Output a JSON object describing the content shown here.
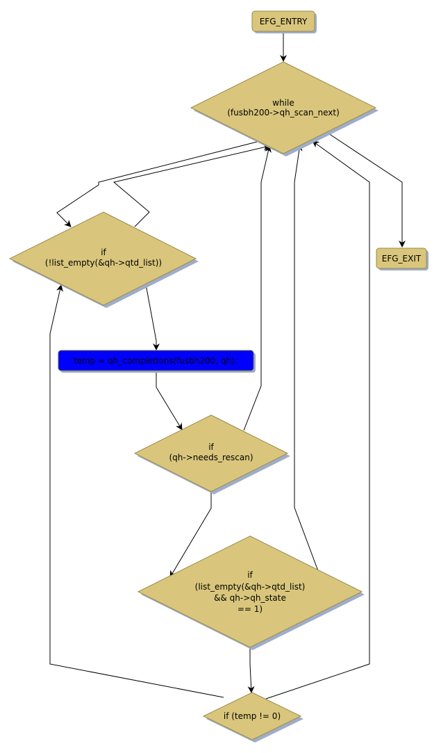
{
  "diagram": {
    "type": "control-flow-graph",
    "colors": {
      "node_fill": "#d9c67c",
      "node_stroke": "#9a8a4a",
      "shadow": "#9fadc8",
      "highlight_fill": "#0000ff",
      "edge": "#000000"
    },
    "nodes": {
      "entry": {
        "label": "EFG_ENTRY",
        "shape": "rounded-box"
      },
      "while_loop": {
        "label_lines": [
          "while",
          "(fusbh200->qh_scan_next)"
        ],
        "shape": "diamond"
      },
      "exit": {
        "label": "EFG_EXIT",
        "shape": "rounded-box"
      },
      "if_list_not_empty": {
        "label_lines": [
          "if",
          "(!list_empty(&qh->qtd_list))"
        ],
        "shape": "diamond"
      },
      "stmt_completions": {
        "label": "temp = qh_completions(fusbh200, qh);",
        "shape": "rounded-box",
        "highlighted": true
      },
      "if_needs_rescan": {
        "label_lines": [
          "if",
          "(qh->needs_rescan)"
        ],
        "shape": "diamond"
      },
      "if_list_empty_state": {
        "label_lines": [
          "if",
          "(list_empty(&qh->qtd_list)",
          "&& qh->qh_state",
          "== 1)"
        ],
        "shape": "diamond"
      },
      "if_temp_nonzero": {
        "label": "if (temp != 0)",
        "shape": "diamond"
      }
    },
    "edges": [
      {
        "from": "entry",
        "to": "while_loop"
      },
      {
        "from": "while_loop",
        "to": "if_list_not_empty"
      },
      {
        "from": "while_loop",
        "to": "exit"
      },
      {
        "from": "if_list_not_empty",
        "to": "while_loop"
      },
      {
        "from": "if_list_not_empty",
        "to": "stmt_completions"
      },
      {
        "from": "stmt_completions",
        "to": "if_needs_rescan"
      },
      {
        "from": "if_needs_rescan",
        "to": "while_loop"
      },
      {
        "from": "if_needs_rescan",
        "to": "if_list_empty_state"
      },
      {
        "from": "if_list_empty_state",
        "to": "while_loop"
      },
      {
        "from": "if_list_empty_state",
        "to": "if_temp_nonzero"
      },
      {
        "from": "if_temp_nonzero",
        "to": "if_list_not_empty"
      },
      {
        "from": "if_temp_nonzero",
        "to": "while_loop"
      }
    ]
  }
}
